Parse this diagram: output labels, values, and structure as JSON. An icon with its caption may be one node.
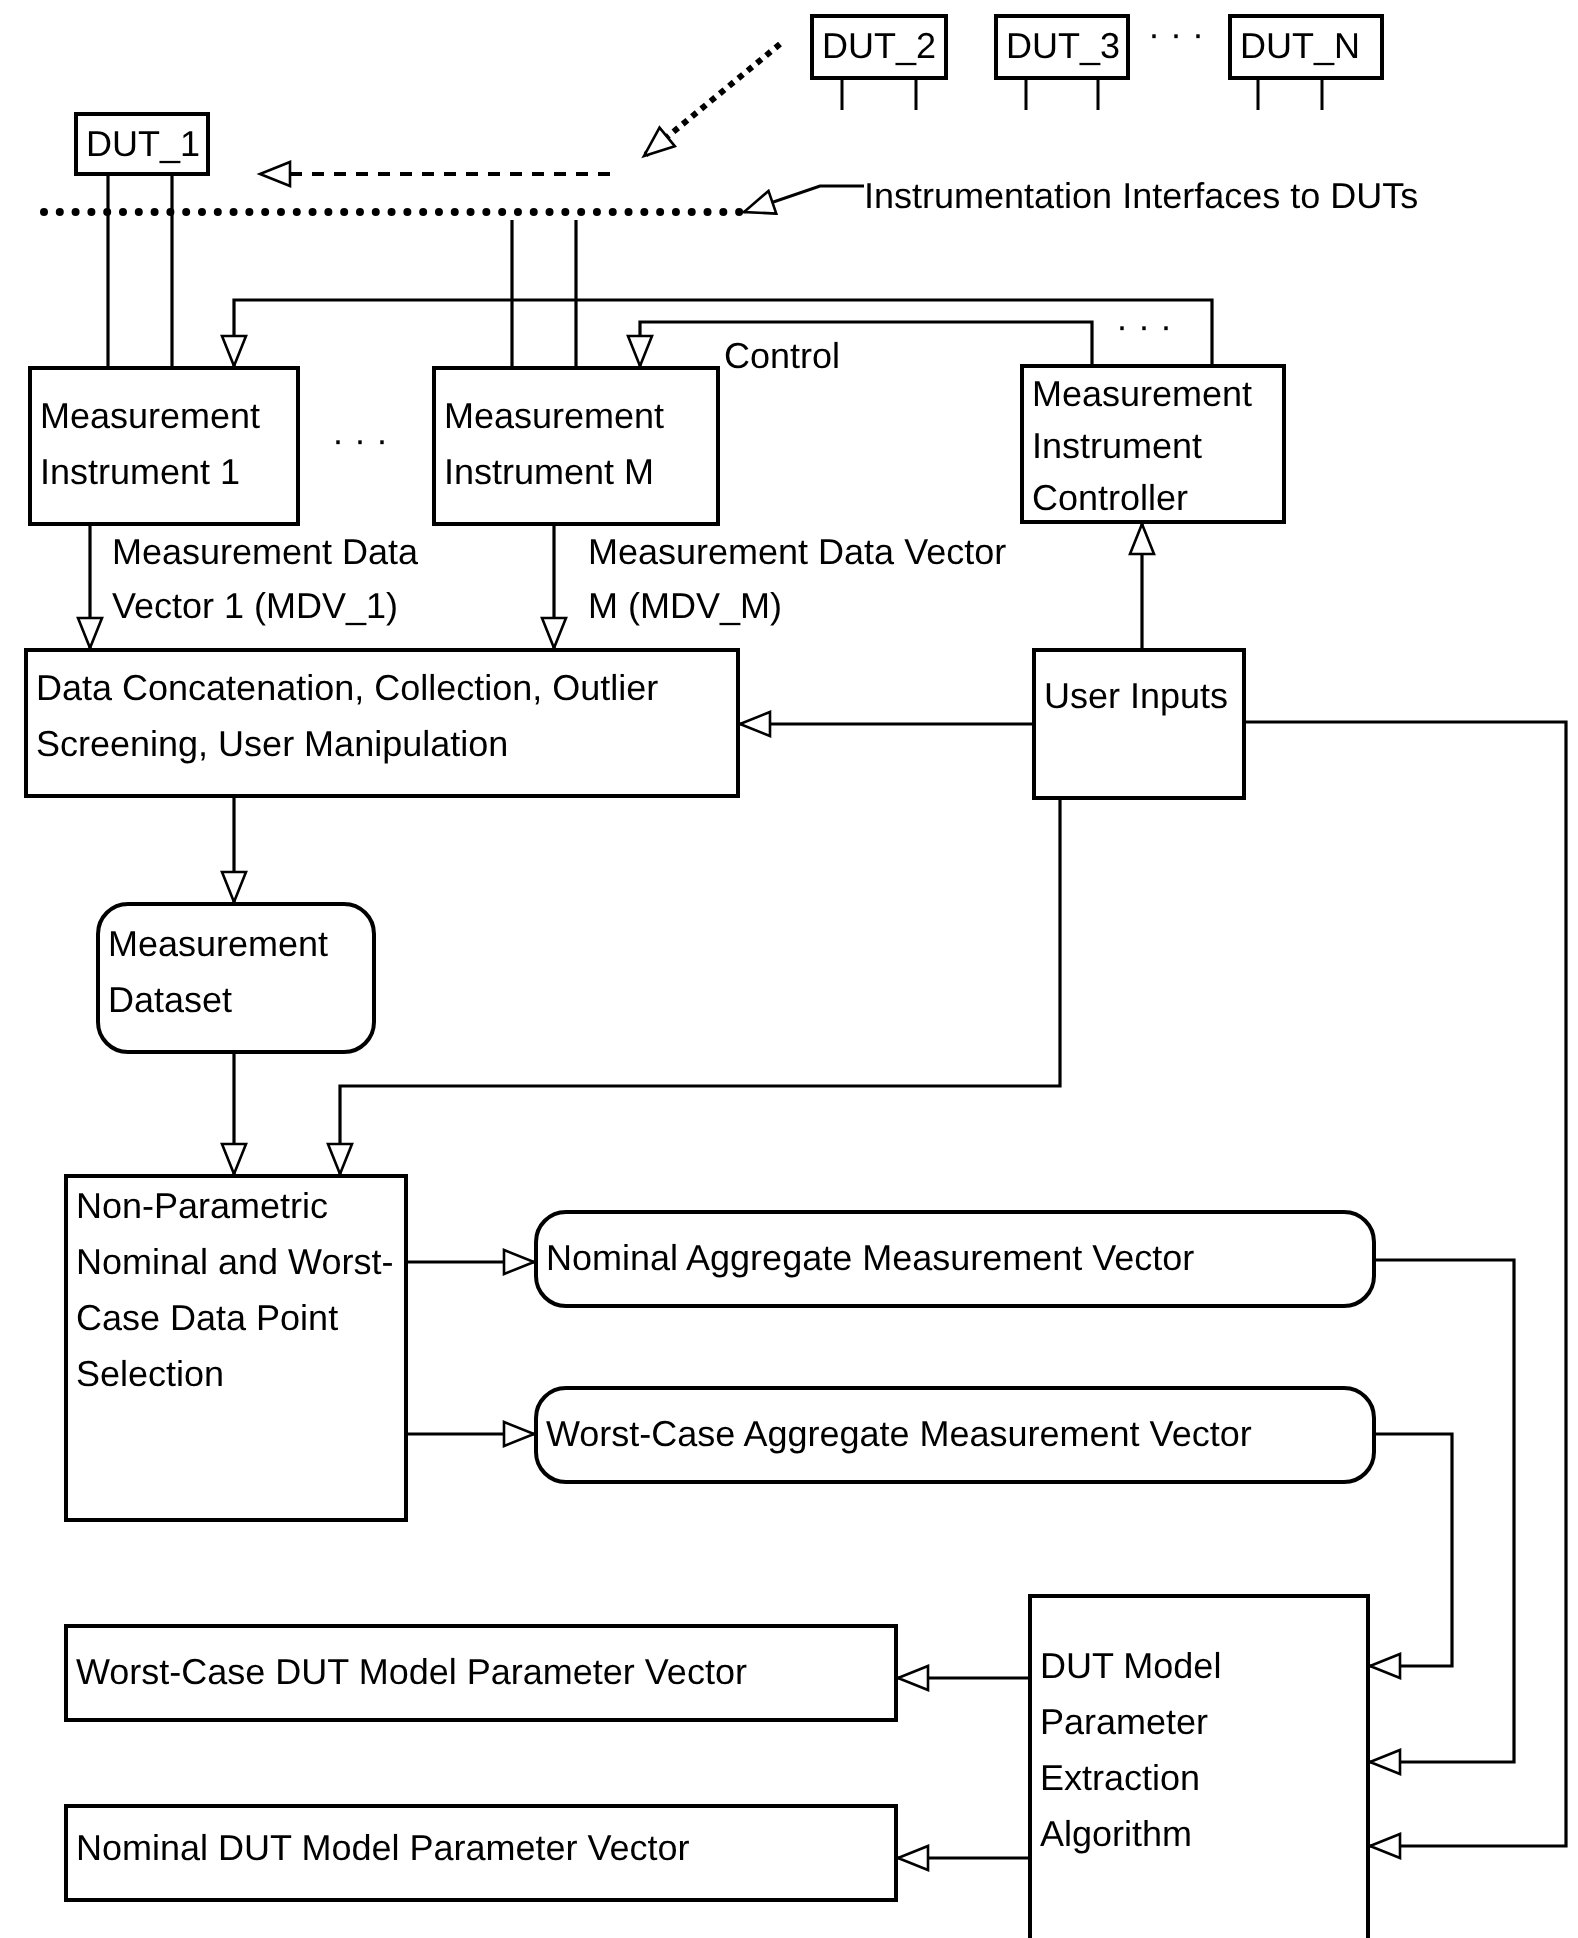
{
  "diagram": {
    "nodes": [
      {
        "text": [
          "DUT_1"
        ]
      },
      {
        "text": [
          "DUT_2"
        ]
      },
      {
        "text": [
          "DUT_3"
        ]
      },
      {
        "text": [
          "DUT_N"
        ]
      },
      {
        "text": [
          "Instrumentation Interfaces to DUTs"
        ]
      },
      {
        "text": [],
        "shape": "bar"
      },
      {
        "text": [
          "Measurement Instrument 1"
        ]
      },
      {
        "text": [
          "Measurement Instrument M"
        ]
      },
      {
        "text": [
          "Measurement Instrument Controller"
        ]
      },
      {
        "text": [
          "Data Concatenation, Collection, Outlier Screening, User Manipulation"
        ]
      },
      {
        "text": [
          "User Inputs"
        ]
      },
      {
        "text": [
          "Measurement Dataset"
        ]
      },
      {
        "text": [
          "Non-Parametric Nominal and Worst-Case Data Point Selection"
        ]
      },
      {
        "text": [
          "Nominal Aggregate Measurement Vector"
        ]
      },
      {
        "text": [
          "Worst-Case Aggregate Measurement Vector"
        ]
      },
      {
        "text": [
          "DUT Model Parameter Extraction Algorithm"
        ]
      },
      {
        "text": [
          "Worst-Case DUT Model Parameter Vector"
        ]
      },
      {
        "text": [
          "Nominal DUT Model Parameter Vector"
        ]
      }
    ],
    "edges": [
      {
        "from": 0,
        "to": 6,
        "arrow": "none"
      },
      {
        "from": 0,
        "to": 6,
        "arrow": "none"
      },
      {
        "from": 5,
        "to": 7,
        "arrow": "none"
      },
      {
        "from": 5,
        "to": 7,
        "arrow": "none"
      },
      {
        "from": 4,
        "to": 5,
        "arrow": "to"
      },
      {
        "from": 8,
        "to": 6,
        "arrow": "to"
      },
      {
        "from": 8,
        "to": 7,
        "arrow": "to",
        "label": "Control"
      },
      {
        "from": 6,
        "to": 9,
        "arrow": "to",
        "label": "Measurement Data Vector 1 (MDV_1)"
      },
      {
        "from": 7,
        "to": 9,
        "arrow": "to",
        "label": "Measurement Data Vector M (MDV_M)"
      },
      {
        "from": 10,
        "to": 8,
        "arrow": "to"
      },
      {
        "from": 10,
        "to": 9,
        "arrow": "to"
      },
      {
        "from": 9,
        "to": 11,
        "arrow": "to"
      },
      {
        "from": 11,
        "to": 12,
        "arrow": "to"
      },
      {
        "from": 10,
        "to": 12,
        "arrow": "to"
      },
      {
        "from": 12,
        "to": 13,
        "arrow": "to"
      },
      {
        "from": 12,
        "to": 14,
        "arrow": "to"
      },
      {
        "from": 13,
        "to": 15,
        "arrow": "to"
      },
      {
        "from": 14,
        "to": 15,
        "arrow": "to"
      },
      {
        "from": 10,
        "to": 15,
        "arrow": "to"
      },
      {
        "from": 15,
        "to": 16,
        "arrow": "to"
      },
      {
        "from": 15,
        "to": 17,
        "arrow": "to"
      }
    ],
    "labels": [
      "· · ·",
      "· · ·",
      "· · ·"
    ]
  }
}
